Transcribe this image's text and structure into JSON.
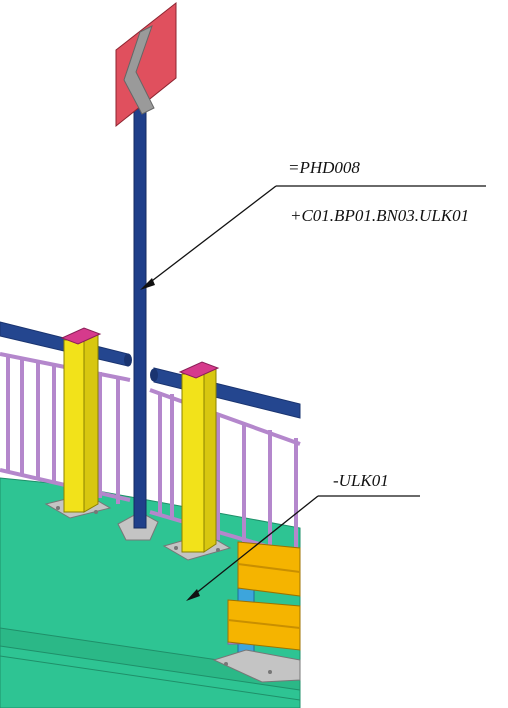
{
  "labels": {
    "tag": "=PHD008",
    "location": "+C01.BP01.BN03.ULK01",
    "product": "-ULK01"
  },
  "colors": {
    "floor": "#2ec493",
    "floor_edge": "#26a57b",
    "handrail": "#24468f",
    "pole": "#1f3f8a",
    "sign": "#e0505e",
    "sign_arrow": "#9a9a9a",
    "post": "#f2e21a",
    "post_cap": "#d63a8c",
    "baluster": "#c59ad8",
    "barrier": "#f5b400",
    "barrier_post": "#3da5dc",
    "base_plate": "#c4c4c4",
    "leader": "#111111"
  }
}
